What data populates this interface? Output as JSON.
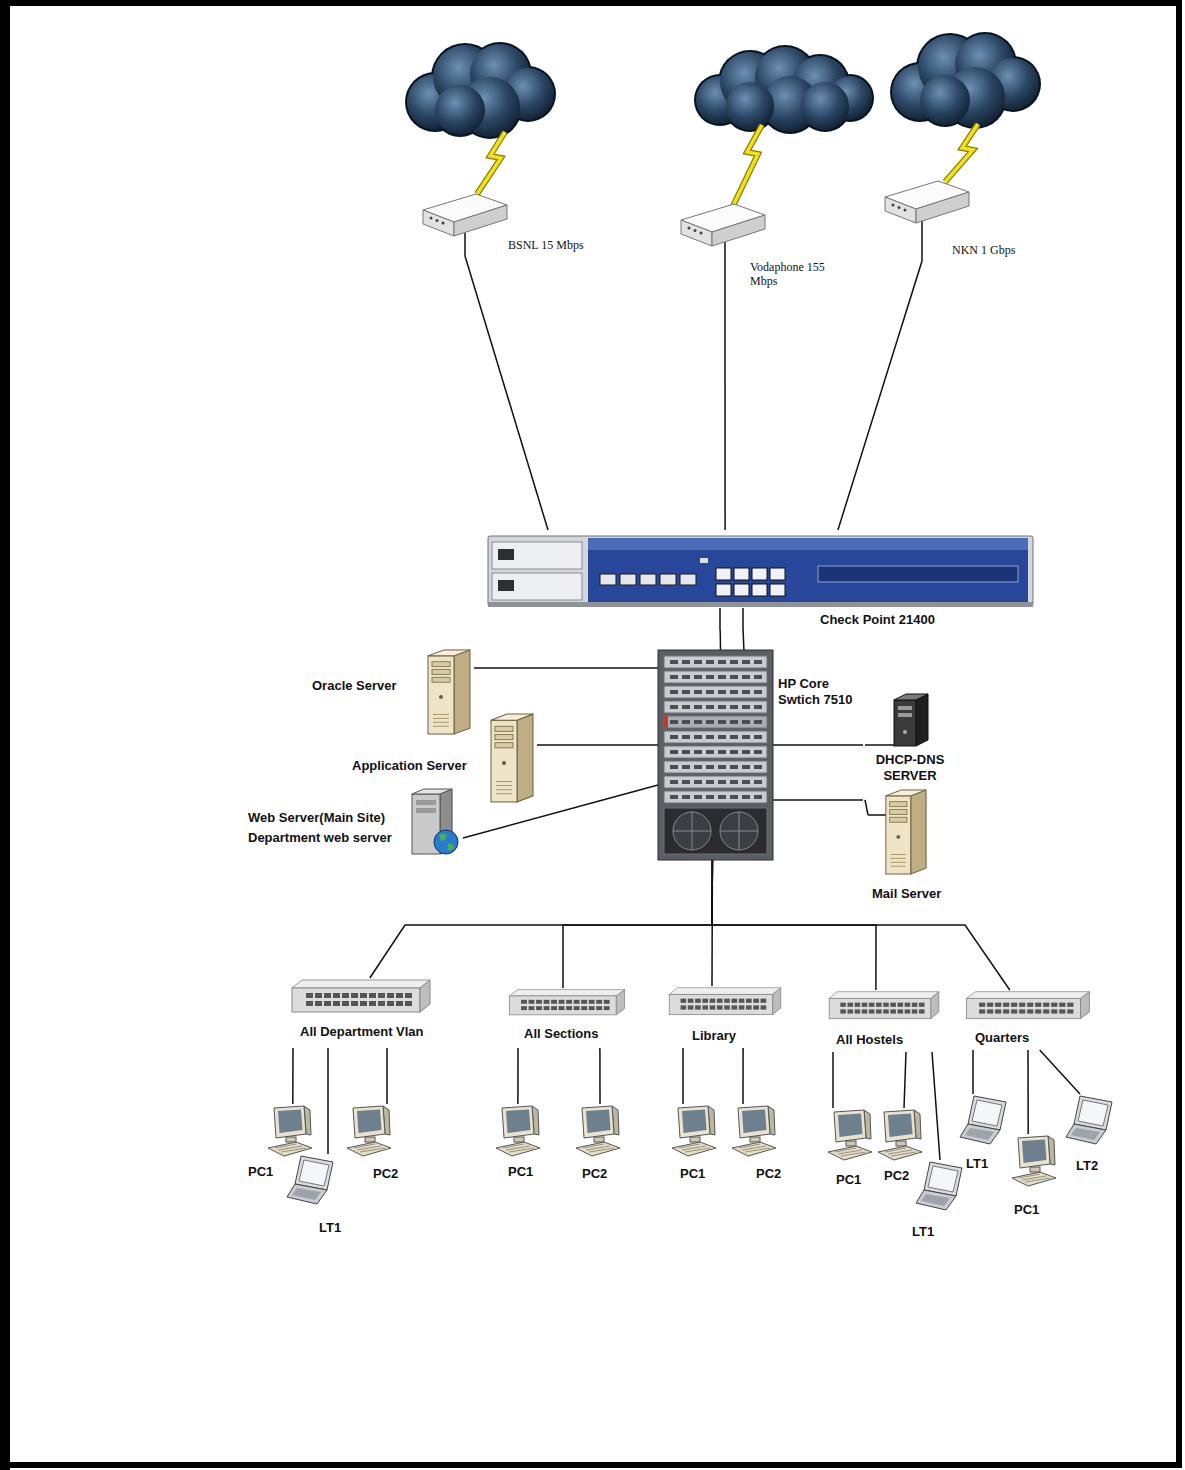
{
  "diagram": {
    "nodes": [
      {
        "text": [
          "BSNL 15 Mbps"
        ]
      },
      {
        "text": [
          "Vodaphone 155 Mbps"
        ]
      },
      {
        "text": [
          "NKN 1 Gbps"
        ]
      },
      {
        "text": [
          "Check Point 21400"
        ]
      },
      {
        "text": [
          "Oracle Server"
        ]
      },
      {
        "text": [
          "HP Core Swtich 7510"
        ]
      },
      {
        "text": [
          "DHCP-DNS SERVER"
        ]
      },
      {
        "text": [
          "Application Server"
        ]
      },
      {
        "text": [
          "Web Server(Main Site)",
          "Department web server"
        ]
      },
      {
        "text": [
          "Mail Server"
        ]
      },
      {
        "text": [
          "All Department Vlan"
        ]
      },
      {
        "text": [
          "All Sections"
        ]
      },
      {
        "text": [
          "Library"
        ]
      },
      {
        "text": [
          "All Hostels"
        ]
      },
      {
        "text": [
          "Quarters"
        ]
      },
      {
        "text": [
          "PC1"
        ]
      },
      {
        "text": [
          "PC2"
        ]
      },
      {
        "text": [
          "LT1"
        ]
      },
      {
        "text": [
          "PC1"
        ]
      },
      {
        "text": [
          "PC2"
        ]
      },
      {
        "text": [
          "PC1"
        ]
      },
      {
        "text": [
          "PC2"
        ]
      },
      {
        "text": [
          "PC1"
        ]
      },
      {
        "text": [
          "PC2"
        ]
      },
      {
        "text": [
          "LT1"
        ]
      },
      {
        "text": [
          "LT1"
        ]
      },
      {
        "text": [
          "LT2"
        ]
      },
      {
        "text": [
          "PC1"
        ]
      }
    ],
    "edges": [
      {
        "from": 0,
        "to": 3,
        "arrow": "none"
      },
      {
        "from": 1,
        "to": 3,
        "arrow": "none"
      },
      {
        "from": 2,
        "to": 3,
        "arrow": "none"
      },
      {
        "from": 3,
        "to": 5,
        "arrow": "none"
      },
      {
        "from": 3,
        "to": 5,
        "arrow": "none"
      },
      {
        "from": 4,
        "to": 5,
        "arrow": "none"
      },
      {
        "from": 5,
        "to": 6,
        "arrow": "none"
      },
      {
        "from": 7,
        "to": 5,
        "arrow": "none"
      },
      {
        "from": 8,
        "to": 5,
        "arrow": "none"
      },
      {
        "from": 5,
        "to": 9,
        "arrow": "none"
      },
      {
        "from": 5,
        "to": 10,
        "arrow": "none"
      },
      {
        "from": 5,
        "to": 11,
        "arrow": "none"
      },
      {
        "from": 5,
        "to": 12,
        "arrow": "none"
      },
      {
        "from": 5,
        "to": 13,
        "arrow": "none"
      },
      {
        "from": 5,
        "to": 14,
        "arrow": "none"
      },
      {
        "from": 10,
        "to": 15,
        "arrow": "none"
      },
      {
        "from": 10,
        "to": 17,
        "arrow": "none"
      },
      {
        "from": 10,
        "to": 16,
        "arrow": "none"
      },
      {
        "from": 11,
        "to": 18,
        "arrow": "none"
      },
      {
        "from": 11,
        "to": 19,
        "arrow": "none"
      },
      {
        "from": 12,
        "to": 20,
        "arrow": "none"
      },
      {
        "from": 12,
        "to": 21,
        "arrow": "none"
      },
      {
        "from": 13,
        "to": 22,
        "arrow": "none"
      },
      {
        "from": 13,
        "to": 23,
        "arrow": "none"
      },
      {
        "from": 13,
        "to": 24,
        "arrow": "none"
      },
      {
        "from": 14,
        "to": 25,
        "arrow": "none"
      },
      {
        "from": 14,
        "to": 27,
        "arrow": "none"
      },
      {
        "from": 14,
        "to": 26,
        "arrow": "none"
      }
    ]
  }
}
